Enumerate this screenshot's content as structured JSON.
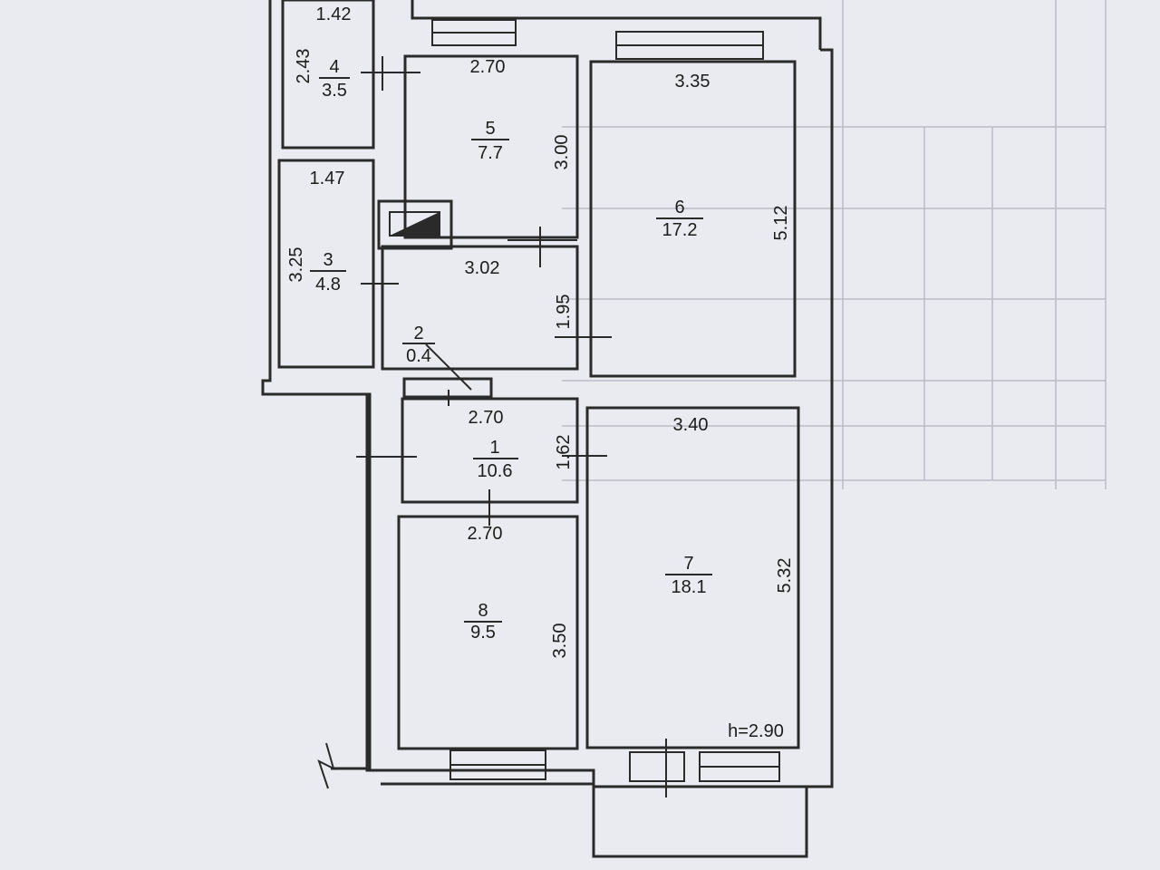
{
  "rooms": [
    {
      "id": "r4",
      "num": "4",
      "area": "3.5",
      "width": "1.42",
      "depth": "2.43"
    },
    {
      "id": "r5",
      "num": "5",
      "area": "7.7",
      "width": "2.70",
      "depth": "3.00"
    },
    {
      "id": "r6",
      "num": "6",
      "area": "17.2",
      "width": "3.35",
      "depth": "5.12"
    },
    {
      "id": "r3",
      "num": "3",
      "area": "4.8",
      "width": "1.47",
      "depth": "3.25"
    },
    {
      "id": "r2",
      "num": "2",
      "area": "0.4",
      "width": "3.02",
      "depth": "1.95"
    },
    {
      "id": "r1",
      "num": "1",
      "area": "10.6",
      "width": "2.70",
      "depth": "1.62"
    },
    {
      "id": "r7",
      "num": "7",
      "area": "18.1",
      "width": "3.40",
      "depth": "5.32"
    },
    {
      "id": "r8",
      "num": "8",
      "area": "9.5",
      "width": "2.70",
      "depth": "3.50"
    }
  ],
  "ceiling_height": "h=2.90",
  "colors": {
    "paper": "#e9ebf0",
    "ink": "#2a2a2a",
    "faded_table": "#b9bcc6"
  }
}
